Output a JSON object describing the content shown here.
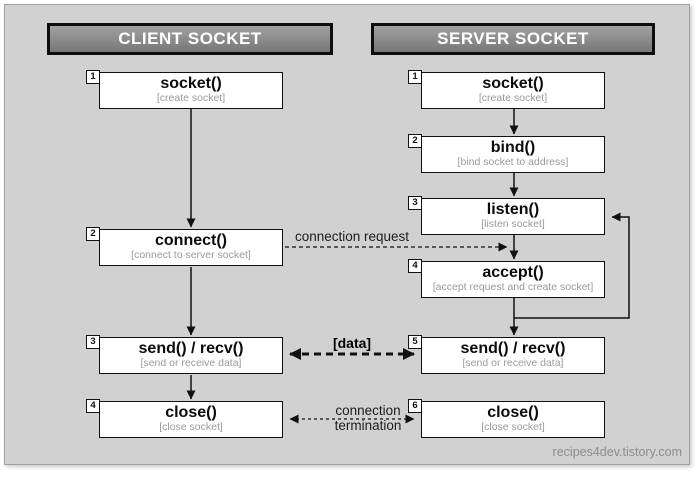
{
  "headers": {
    "client": "CLIENT SOCKET",
    "server": "SERVER SOCKET"
  },
  "client_steps": [
    {
      "num": "1",
      "title": "socket()",
      "subtitle": "[create socket]"
    },
    {
      "num": "2",
      "title": "connect()",
      "subtitle": "[connect to server socket]"
    },
    {
      "num": "3",
      "title": "send() / recv()",
      "subtitle": "[send or receive data]"
    },
    {
      "num": "4",
      "title": "close()",
      "subtitle": "[close socket]"
    }
  ],
  "server_steps": [
    {
      "num": "1",
      "title": "socket()",
      "subtitle": "[create socket]"
    },
    {
      "num": "2",
      "title": "bind()",
      "subtitle": "[bind socket to address]"
    },
    {
      "num": "3",
      "title": "listen()",
      "subtitle": "[listen socket]"
    },
    {
      "num": "4",
      "title": "accept()",
      "subtitle": "[accept request and create socket]"
    },
    {
      "num": "5",
      "title": "send() / recv()",
      "subtitle": "[send or receive data]"
    },
    {
      "num": "6",
      "title": "close()",
      "subtitle": "[close socket]"
    }
  ],
  "arrow_labels": {
    "connection_request": "connection request",
    "data": "[data]",
    "termination_line1": "connection",
    "termination_line2": "termination"
  },
  "watermark": "recipes4dev.tistory.com",
  "colors": {
    "canvas_bg": "#d1d1d1",
    "frame_border": "#a0a0a0",
    "header_gradient_top": "#a2a2a2",
    "header_gradient_bottom": "#777777",
    "header_text": "#ffffff",
    "box_bg": "#ffffff",
    "box_border": "#111111",
    "title_text": "#0b0b0b",
    "subtitle_text": "#9a9a9a",
    "arrow_line": "#111111",
    "watermark_text": "#8d8d8d"
  }
}
